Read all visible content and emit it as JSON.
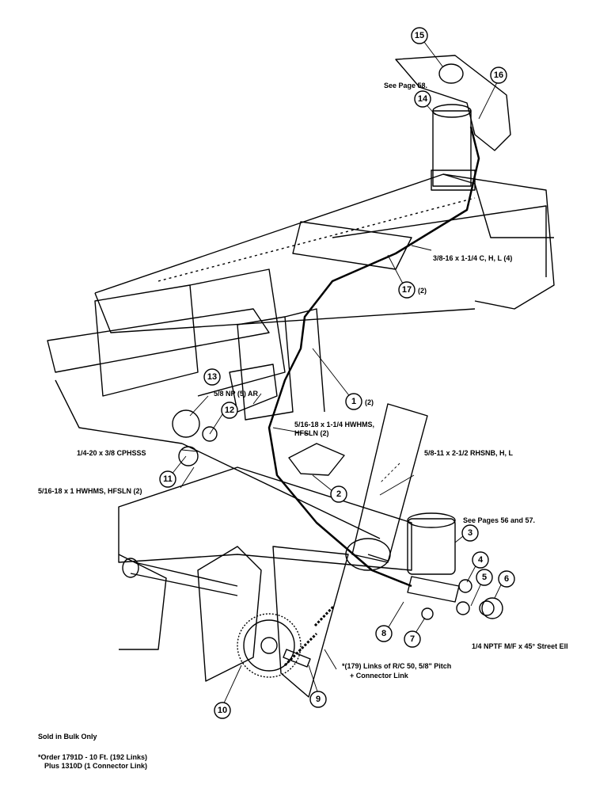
{
  "callouts": [
    {
      "n": "1",
      "suffix": "(2)"
    },
    {
      "n": "2",
      "suffix": ""
    },
    {
      "n": "3",
      "suffix": ""
    },
    {
      "n": "4",
      "suffix": ""
    },
    {
      "n": "5",
      "suffix": ""
    },
    {
      "n": "6",
      "suffix": ""
    },
    {
      "n": "7",
      "suffix": ""
    },
    {
      "n": "8",
      "suffix": ""
    },
    {
      "n": "9",
      "suffix": ""
    },
    {
      "n": "10",
      "suffix": ""
    },
    {
      "n": "11",
      "suffix": ""
    },
    {
      "n": "12",
      "suffix": ""
    },
    {
      "n": "13",
      "suffix": ""
    },
    {
      "n": "14",
      "suffix": ""
    },
    {
      "n": "15",
      "suffix": ""
    },
    {
      "n": "16",
      "suffix": ""
    },
    {
      "n": "17",
      "suffix": "(2)"
    }
  ],
  "labels": {
    "see_page_58": "See Page 58.",
    "bolt_38_16": "3/8-16 x 1-1/4 C, H, L (4)",
    "np_58": "5/8 NP (5) AR",
    "bolt_516_18_114_l1": "5/16-18 x 1-1/4 HWHMS,",
    "bolt_516_18_114_l2": "HFSLN (2)",
    "screw_14_20": "1/4-20 x 3/8 CPHSSS",
    "bolt_516_18_1": "5/16-18 x 1 HWHMS,  HFSLN (2)",
    "bolt_58_11": "5/8-11 x 2-1/2 RHSNB, H, L",
    "see_pages_56_57": "See Pages 56 and 57.",
    "street_ell": "1/4 NPTF M/F x 45° Street Ell",
    "chain_links_l1": "*(179) Links of R/C 50, 5/8\" Pitch",
    "chain_links_l2": "+ Connector Link"
  },
  "footnote": {
    "sold_bulk": "Sold in Bulk Only",
    "order_line1": "*Order 1791D - 10 Ft. (192 Links)",
    "order_line2": "Plus 1310D (1 Connector Link)"
  }
}
